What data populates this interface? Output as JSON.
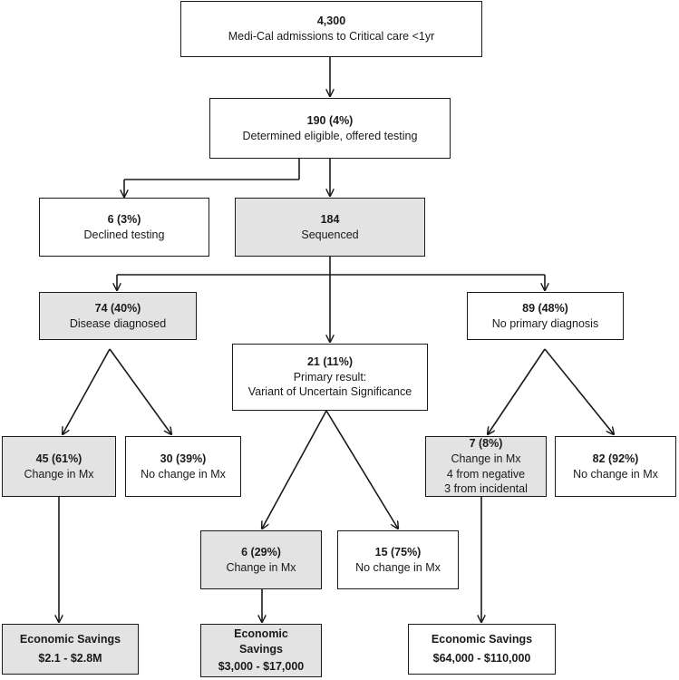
{
  "nodes": {
    "root": {
      "count": "4,300",
      "label": "Medi-Cal admissions to Critical care <1yr"
    },
    "eligible": {
      "count": "190  (4%)",
      "label": "Determined eligible, offered testing"
    },
    "declined": {
      "count": "6  (3%)",
      "label": "Declined testing"
    },
    "sequenced": {
      "count": "184",
      "label": "Sequenced"
    },
    "diagnosed": {
      "count": "74  (40%)",
      "label": "Disease diagnosed"
    },
    "vus": {
      "count": "21  (11%)",
      "line1": "Primary result:",
      "line2": "Variant of Uncertain Significance"
    },
    "no_primary": {
      "count": "89  (48%)",
      "label": "No primary diagnosis"
    },
    "diag_change": {
      "count": "45  (61%)",
      "label": "Change in Mx"
    },
    "diag_nochange": {
      "count": "30  (39%)",
      "label": "No change in Mx"
    },
    "vus_change": {
      "count": "6  (29%)",
      "label": "Change in Mx"
    },
    "vus_nochange": {
      "count": "15  (75%)",
      "label": "No change in Mx"
    },
    "nodiag_change": {
      "count": "7  (8%)",
      "line1": "Change in Mx",
      "line2": "4 from negative",
      "line3": "3 from incidental"
    },
    "nodiag_nochange": {
      "count": "82  (92%)",
      "label": "No change in Mx"
    },
    "savings_diag": {
      "title": "Economic Savings",
      "value": "$2.1 - $2.8M"
    },
    "savings_vus": {
      "title1": "Economic",
      "title2": "Savings",
      "value": "$3,000 - $17,000"
    },
    "savings_nodiag": {
      "title": "Economic Savings",
      "value": "$64,000 - $110,000"
    }
  },
  "colors": {
    "border": "#1a1a1a",
    "shaded_fill": "#e3e3e3",
    "plain_fill": "#ffffff"
  }
}
